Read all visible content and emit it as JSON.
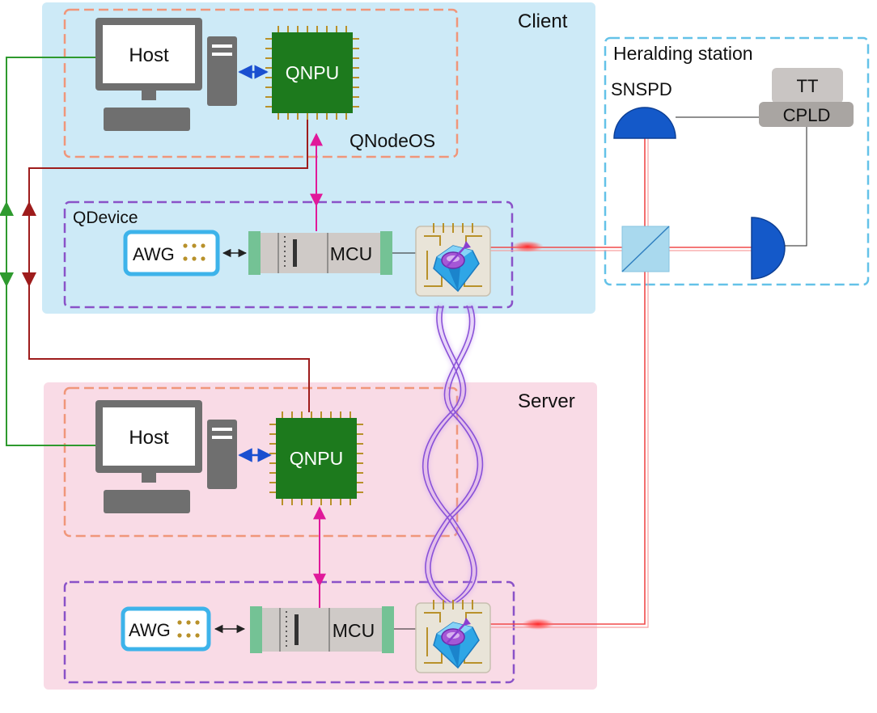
{
  "client": {
    "title": "Client",
    "qnodeos_label": "QNodeOS",
    "qdevice_label": "QDevice",
    "host_label": "Host",
    "qnpu_label": "QNPU",
    "awg_label": "AWG",
    "mcu_label": "MCU"
  },
  "server": {
    "title": "Server",
    "host_label": "Host",
    "qnpu_label": "QNPU",
    "awg_label": "AWG",
    "mcu_label": "MCU"
  },
  "heralding": {
    "title": "Heralding station",
    "snspd_label": "SNSPD",
    "tt_label": "TT",
    "cpld_label": "CPLD"
  },
  "colors": {
    "client_bg": "#cdeaf7",
    "server_bg": "#f9dbe6",
    "qnodeos_border": "#f0967a",
    "qdevice_border": "#8a52c8",
    "heralding_border": "#64c2e8",
    "classical_green": "#2e9a2e",
    "classical_red": "#9e1c1c",
    "qnpu_link": "#e0199a",
    "laser": "#f04a4a",
    "chip": "#1d7a1d",
    "detector": "#1459c9",
    "awg_border": "#3db3ea"
  }
}
